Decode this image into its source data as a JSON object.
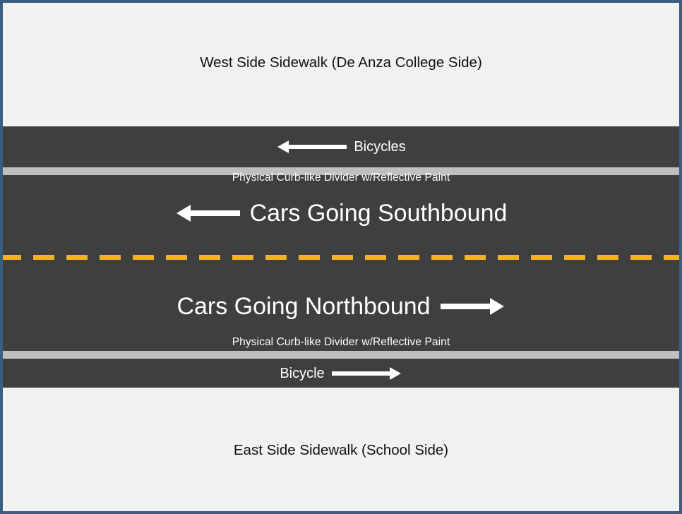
{
  "diagram": {
    "title": "Street cross-section: bike lanes separated by physical curb dividers",
    "colors": {
      "frame_border": "#3b5d80",
      "sidewalk": "#f1f1f1",
      "road": "#3f3f3f",
      "curb_divider": "#bfbfbf",
      "center_line": "#f5b324",
      "road_text": "#ffffff",
      "sidewalk_text": "#111111"
    },
    "bands": [
      {
        "id": "west-sidewalk",
        "label": "West Side Sidewalk (De Anza College Side)",
        "kind": "sidewalk",
        "arrow": "none"
      },
      {
        "id": "bike-lane-north",
        "label": "Bicycles",
        "kind": "road",
        "arrow": "left"
      },
      {
        "id": "curb-divider-north",
        "label": "Physical Curb-like Divider w/Reflective Paint",
        "kind": "curb",
        "arrow": "none"
      },
      {
        "id": "southbound-lane",
        "label": "Cars Going Southbound",
        "kind": "road",
        "arrow": "left"
      },
      {
        "id": "center-line",
        "label": "",
        "kind": "center-line",
        "arrow": "none"
      },
      {
        "id": "northbound-lane",
        "label": "Cars Going Northbound",
        "kind": "road",
        "arrow": "right"
      },
      {
        "id": "curb-divider-south",
        "label": "Physical Curb-like Divider w/Reflective Paint",
        "kind": "curb",
        "arrow": "none"
      },
      {
        "id": "bike-lane-south",
        "label": "Bicycle",
        "kind": "road",
        "arrow": "right"
      },
      {
        "id": "east-sidewalk",
        "label": "East Side Sidewalk (School Side)",
        "kind": "sidewalk",
        "arrow": "none"
      }
    ],
    "labels": {
      "west_sidewalk": "West Side Sidewalk (De Anza College Side)",
      "bicycles_northbound_lane": "Bicycles",
      "curb_divider_north": "Physical Curb-like Divider w/Reflective Paint",
      "cars_southbound": "Cars Going Southbound",
      "cars_northbound": "Cars Going Northbound",
      "curb_divider_south": "Physical Curb-like Divider w/Reflective Paint",
      "bicycle_southbound_lane": "Bicycle",
      "east_sidewalk": "East Side Sidewalk (School Side)"
    },
    "icons": {
      "arrow_left": "arrow-left-icon",
      "arrow_right": "arrow-right-icon"
    }
  }
}
